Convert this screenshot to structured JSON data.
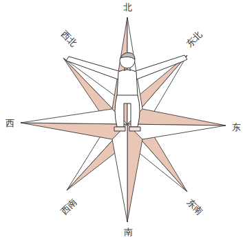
{
  "diagram": {
    "labels": [
      "北",
      "西北",
      "东北",
      "西",
      "东",
      "西南",
      "东南",
      "南"
    ]
  }
}
